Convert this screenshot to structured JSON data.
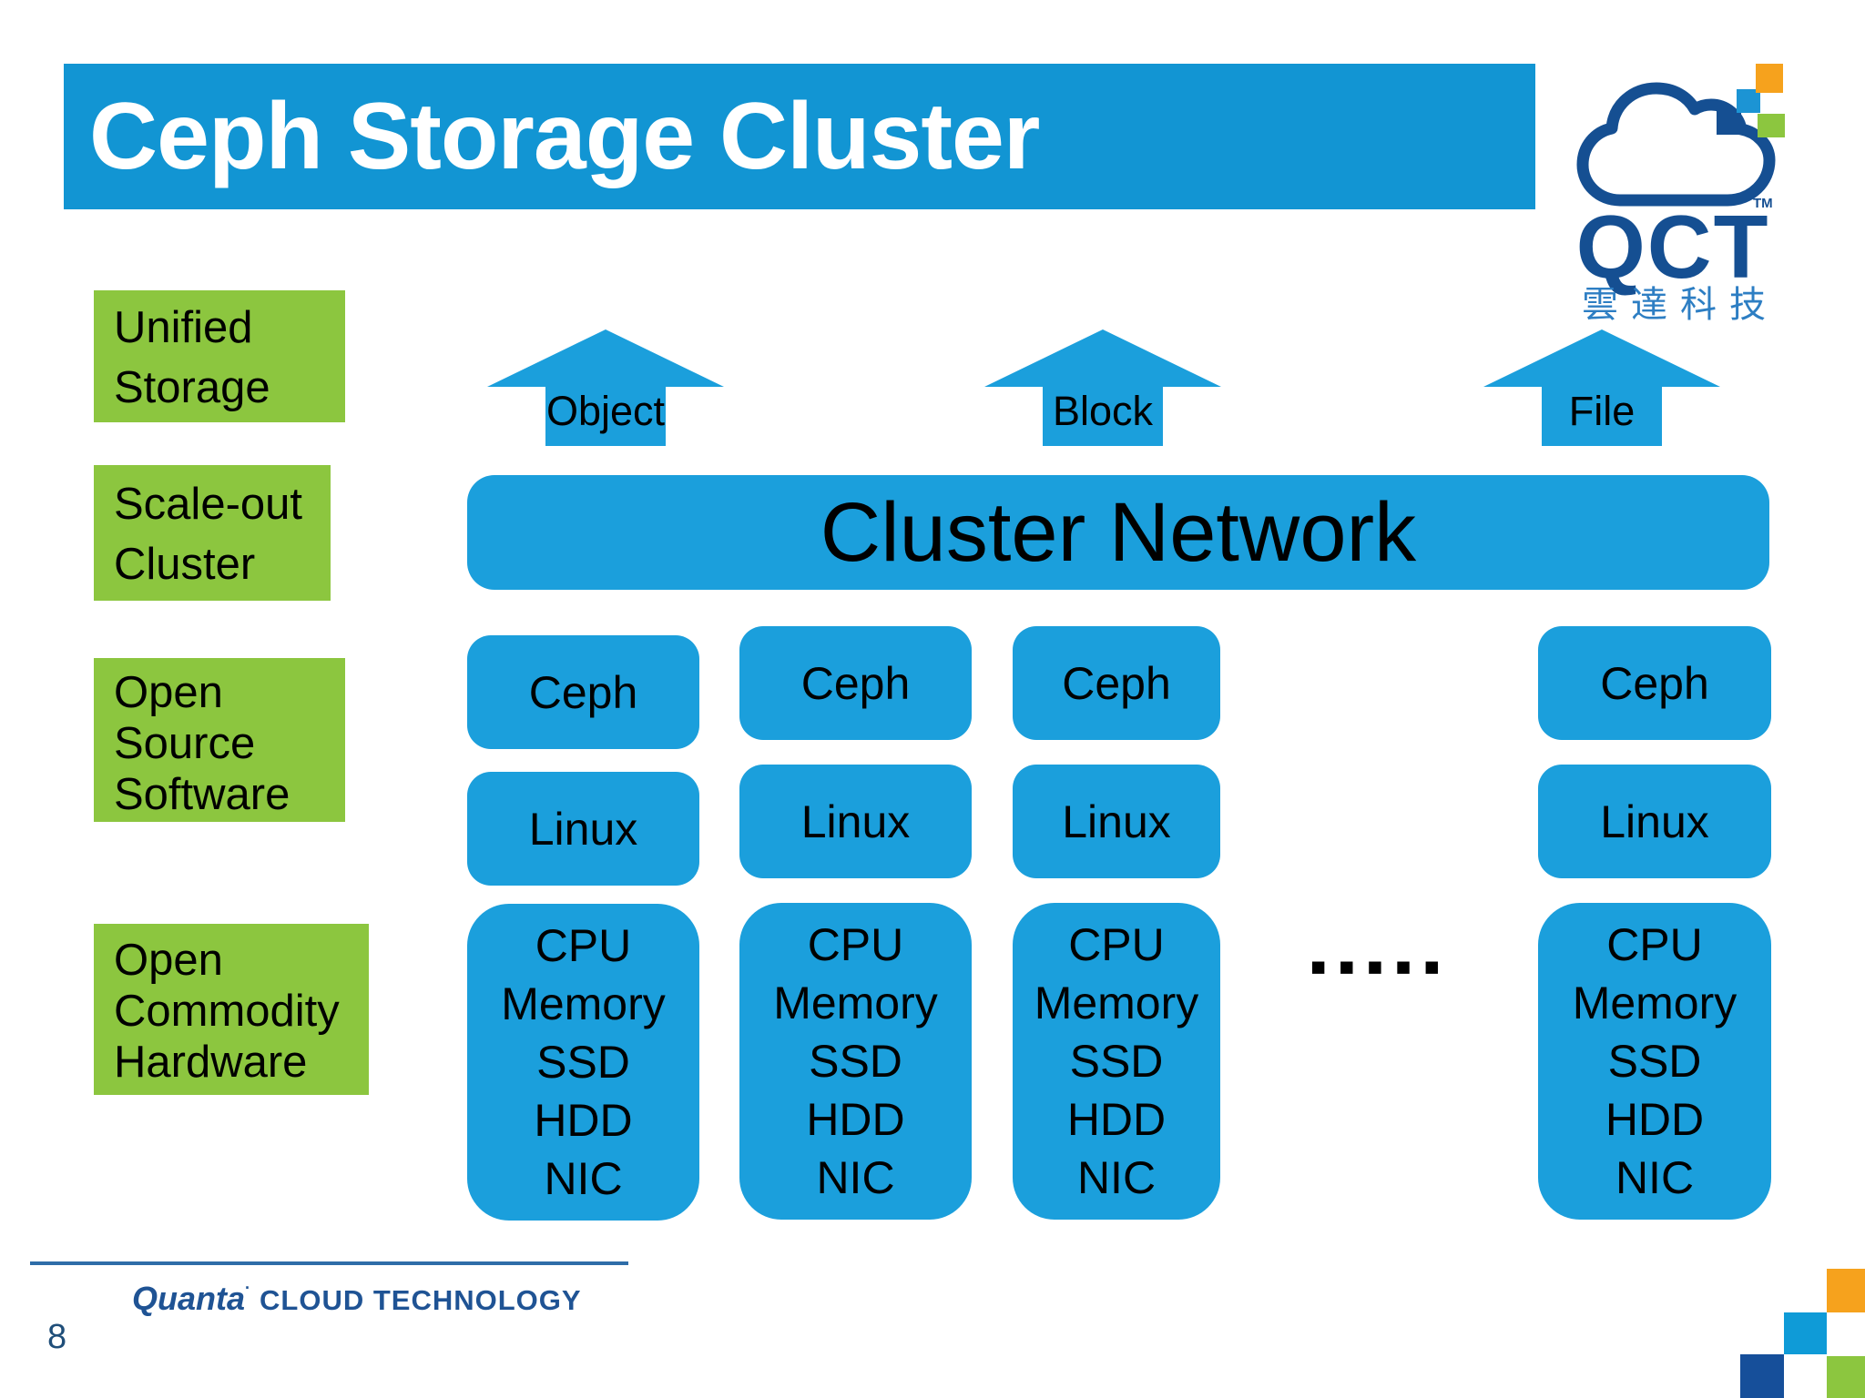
{
  "header": {
    "title": "Ceph Storage Cluster"
  },
  "logo": {
    "text": "QCT",
    "tm": "TM",
    "subtext": "雲達科技"
  },
  "left_labels": [
    {
      "lines": [
        "Unified",
        "Storage"
      ]
    },
    {
      "lines": [
        "Scale-out",
        "Cluster"
      ]
    },
    {
      "lines": [
        "Open",
        "Source",
        "Software"
      ]
    },
    {
      "lines": [
        "Open",
        "Commodity",
        "Hardware"
      ]
    }
  ],
  "arrows": [
    {
      "label": "Object"
    },
    {
      "label": "Block"
    },
    {
      "label": "File"
    }
  ],
  "network": {
    "label": "Cluster Network"
  },
  "columns": [
    {
      "software": "Ceph",
      "os": "Linux",
      "hardware": [
        "CPU",
        "Memory",
        "SSD",
        "HDD",
        "NIC"
      ]
    },
    {
      "software": "Ceph",
      "os": "Linux",
      "hardware": [
        "CPU",
        "Memory",
        "SSD",
        "HDD",
        "NIC"
      ]
    },
    {
      "software": "Ceph",
      "os": "Linux",
      "hardware": [
        "CPU",
        "Memory",
        "SSD",
        "HDD",
        "NIC"
      ]
    },
    {
      "software": "Ceph",
      "os": "Linux",
      "hardware": [
        "CPU",
        "Memory",
        "SSD",
        "HDD",
        "NIC"
      ]
    }
  ],
  "ellipsis": {
    "text": "▪▪▪▪▪"
  },
  "footer": {
    "brand": "Quanta",
    "mark": "·",
    "rest": "CLOUD TECHNOLOGY",
    "page": "8"
  },
  "colors": {
    "header_blue": "#1295D3",
    "element_blue": "#1B9FDC",
    "green": "#8CC63F",
    "logo_navy": "#154F92",
    "logo_chinese_blue": "#2D7EC3",
    "footer_blue": "#1F5394",
    "footer_line_blue": "#2E6DA8",
    "mosaic_orange": "#F6A21D",
    "mosaic_navy": "#164F9A",
    "mosaic_blue": "#0F9BD7",
    "mosaic_green": "#8CC63F",
    "text_black": "#000000"
  }
}
